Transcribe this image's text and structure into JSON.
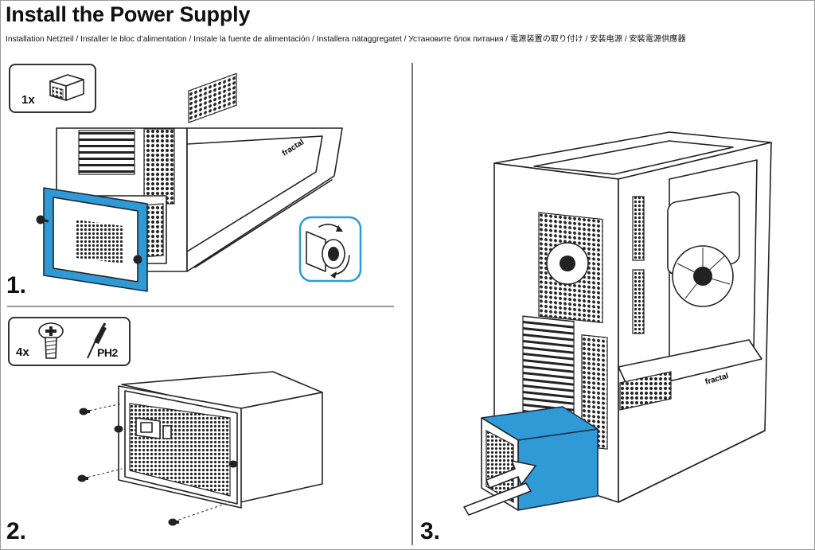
{
  "header": {
    "title": "Install the Power Supply",
    "subtitle": "Installation Netzteil / Installer le bloc d’alimentation / Instale la fuente de alimentación / Installera nätaggregatet / Установите блок питания / 電源装置の取り付け / 安装电源 / 安裝電源供應器"
  },
  "steps": [
    {
      "number": "1.",
      "kit": {
        "quantity": "1x",
        "icon": "power-supply-icon"
      }
    },
    {
      "number": "2.",
      "kit": {
        "quantity": "4x",
        "icon": "screw-icon",
        "tool_icon": "screwdriver-icon",
        "tool_label": "PH2"
      }
    },
    {
      "number": "3."
    }
  ],
  "case_brand": "fractal",
  "colors": {
    "highlight": "#2f9ad6",
    "line": "#222222",
    "accent_border": "#2f9ad6"
  }
}
